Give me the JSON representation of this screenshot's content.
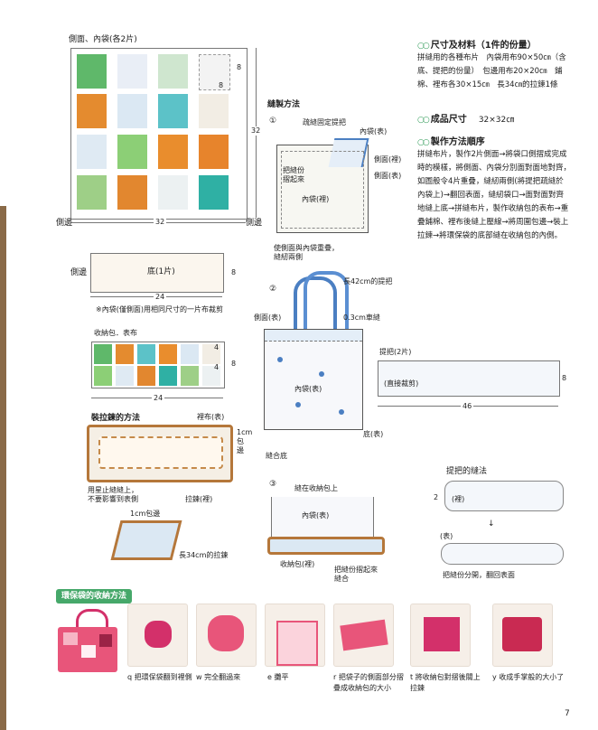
{
  "patchwork": {
    "label": "側面、內袋(各2片)",
    "dim_cell_width": "8",
    "dim_cell_height": "8",
    "dim_total_height": "32",
    "dim_total_width": "32",
    "side_left": "側邊",
    "side_right": "側邊"
  },
  "sewing": {
    "title": "縫製方法",
    "step1": "①",
    "basting": "疏縫固定提把",
    "inner_front": "內袋(表)",
    "side_back": "側面(裡)",
    "side_front": "側面(表)",
    "handle_fold": "把縫份\n摺起來",
    "inner_back": "內袋(裡)",
    "note1": "使側面與內袋重疊，\n縫紉兩側",
    "step2": "②",
    "handle_len": "長42cm的提把",
    "side_front2": "側面(表)",
    "stitch": "0.3cm車縫",
    "inner_front2": "內袋(表)",
    "bottom_front": "底(表)",
    "seam_bottom": "縫合底",
    "step3": "③",
    "sew_pocket": "縫在收納包上",
    "inner_front3": "內袋(表)",
    "pocket_back": "收納包(裡)",
    "fold_sew": "把縫份摺起來\n縫合"
  },
  "bottom_piece": {
    "label": "底(1片)",
    "side": "側邊",
    "dim_h": "8",
    "dim_w": "24",
    "note": "※內袋(僅側面)用相同尺寸的一片布裁剪"
  },
  "pouch": {
    "label": "收納包．表布",
    "dim_a": "4",
    "dim_b": "4",
    "dim_h": "8",
    "dim_w": "24"
  },
  "zipper": {
    "title": "裝拉鍊的方法",
    "lining_front": "裡布(表)",
    "wrap": "1cm包邊",
    "note": "用星止縫縫上，\n不要影響到表側",
    "zipper_back": "拉鍊(裡)",
    "wrap2": "1cm包邊",
    "zipper_len": "長34cm的拉鍊"
  },
  "handle_piece": {
    "label": "提把(2片)",
    "direct": "(直接裁剪)",
    "dim_h": "8",
    "dim_w": "46"
  },
  "handle_sew": {
    "title": "提把的縫法",
    "dim": "2",
    "back": "(裡)",
    "front": "(表)",
    "note": "把縫份分開，翻回表面"
  },
  "info": {
    "materials_title": "尺寸及材料（1件的份量）",
    "materials_body": "拼縫用的各種布片　內袋用布90×50㎝（含底、提把的份量）　包邊用布20×20㎝　鋪棉、裡布各30×15㎝　長34㎝的拉鍊1條",
    "size_title": "成品尺寸",
    "size_value": "32×32㎝",
    "steps_title": "製作方法順序",
    "steps_body": "拼縫布片，製作2片側面→將袋口側摺成完成時的模樣，將側面、內袋分別面對面地對齊，如圖般令4片重疊，縫紉兩側(將提把疏縫於內袋上)→翻回表面，縫紉袋口→面對面對齊地縫上底→拼縫布片，製作收納包的表布→重疊鋪棉、裡布後縫上壓線→將周圍包邊→裝上拉鍊→將環保袋的底部縫在收納包的內側。",
    "ring": "○○"
  },
  "folding": {
    "banner": "環保袋的收納方法",
    "steps": [
      "q 把環保袋翻到裡側",
      "w 完全翻過來",
      "e 攤平",
      "r 把袋子的側面部分摺疊成收納包的大小",
      "t 將收納包對摺後關上拉鍊",
      "y 收成手掌般的大小了"
    ]
  },
  "page_number": "7"
}
